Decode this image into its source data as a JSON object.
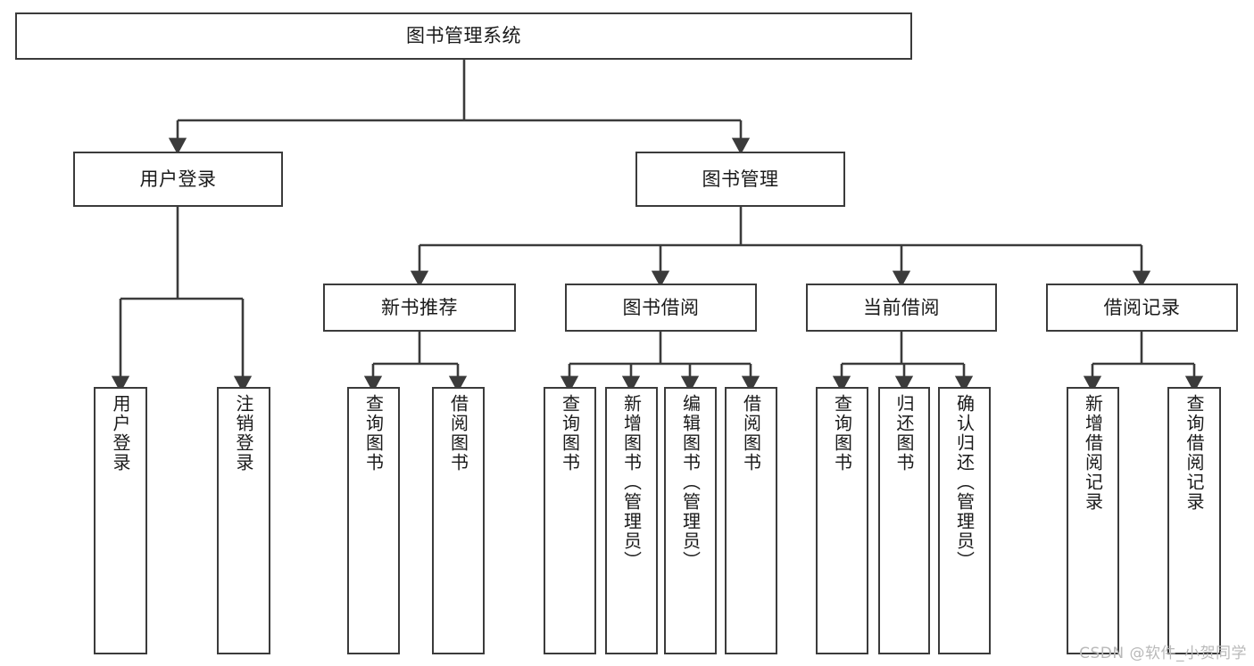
{
  "diagram": {
    "title": "图书管理系统",
    "type": "tree-hierarchy",
    "watermark": "CSDN @软件_小贺同学",
    "colors": {
      "box_border": "#3b3b3b",
      "box_fill": "#ffffff",
      "connector": "#3b3b3b",
      "text": "#1a1a1a",
      "watermark": "#b9b9b9"
    },
    "root": {
      "label": "图书管理系统"
    },
    "level2": [
      {
        "label": "用户登录"
      },
      {
        "label": "图书管理"
      }
    ],
    "level3": [
      {
        "label": "新书推荐"
      },
      {
        "label": "图书借阅"
      },
      {
        "label": "当前借阅"
      },
      {
        "label": "借阅记录"
      }
    ],
    "leaves": {
      "user_login": [
        {
          "label": "用户登录"
        },
        {
          "label": "注销登录"
        }
      ],
      "new_book_recommend": [
        {
          "label": "查询图书"
        },
        {
          "label": "借阅图书"
        }
      ],
      "book_borrow": [
        {
          "label": "查询图书"
        },
        {
          "label": "新增图书（管理员）"
        },
        {
          "label": "编辑图书（管理员）"
        },
        {
          "label": "借阅图书"
        }
      ],
      "current_borrow": [
        {
          "label": "查询图书"
        },
        {
          "label": "归还图书"
        },
        {
          "label": "确认归还（管理员）"
        }
      ],
      "borrow_record": [
        {
          "label": "新增借阅记录"
        },
        {
          "label": "查询借阅记录"
        }
      ]
    }
  }
}
